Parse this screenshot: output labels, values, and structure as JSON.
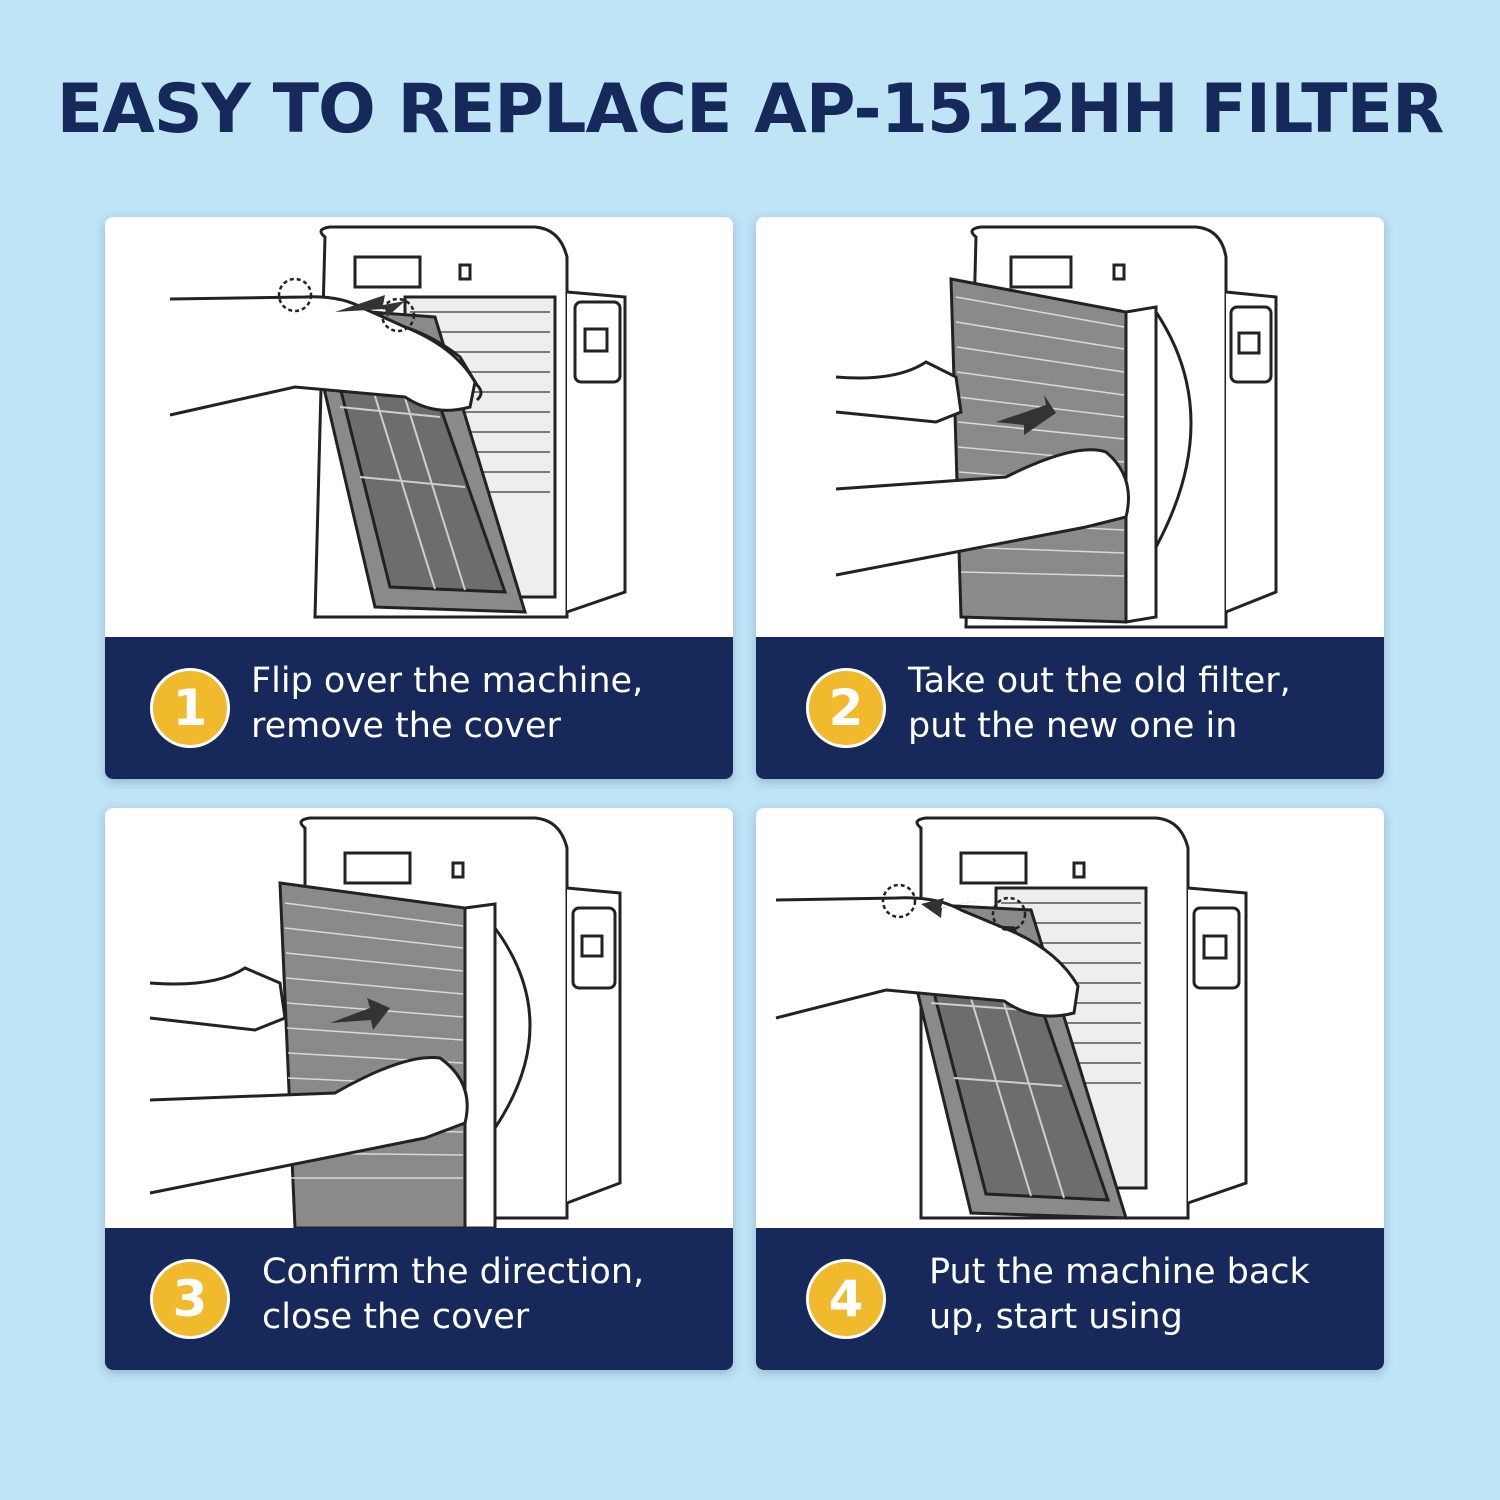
{
  "title": "EASY TO REPLACE AP-1512HH FILTER",
  "steps": [
    {
      "number": "1",
      "line1": "Flip over the machine,",
      "line2": "remove the cover"
    },
    {
      "number": "2",
      "line1": "Take out the old filter,",
      "line2": "put the new one in"
    },
    {
      "number": "3",
      "line1": "Confirm the direction,",
      "line2": "close the cover"
    },
    {
      "number": "4",
      "line1": "Put the machine back",
      "line2": "up, start using"
    }
  ],
  "colors": {
    "background": "#bfe4f6",
    "navy": "#17295a",
    "badge": "#f1b92c"
  }
}
